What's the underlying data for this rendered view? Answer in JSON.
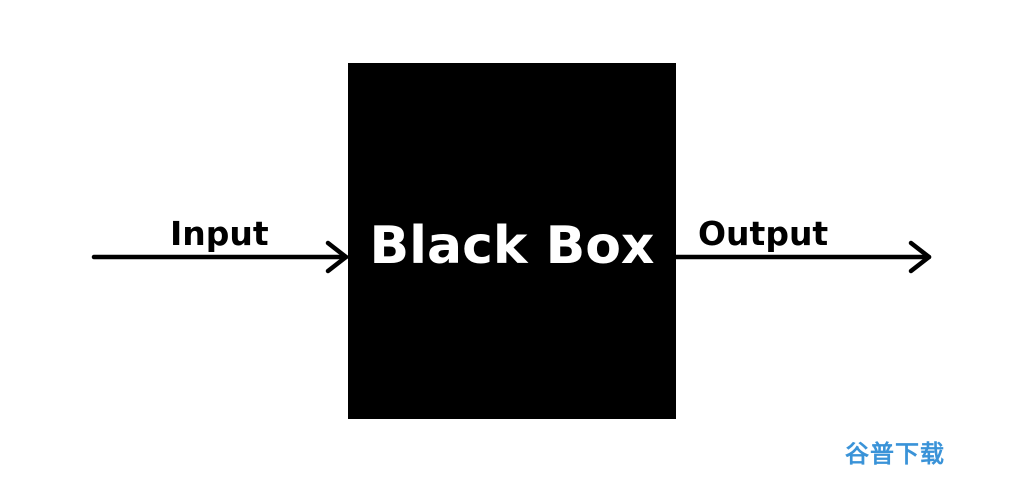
{
  "diagram": {
    "box": {
      "label": "Black Box",
      "fill": "#000000",
      "text_color": "#ffffff"
    },
    "input": {
      "label": "Input"
    },
    "output": {
      "label": "Output"
    },
    "arrow_color": "#000000"
  },
  "watermark": {
    "text": "谷普下载",
    "color": "#3a93d8"
  }
}
